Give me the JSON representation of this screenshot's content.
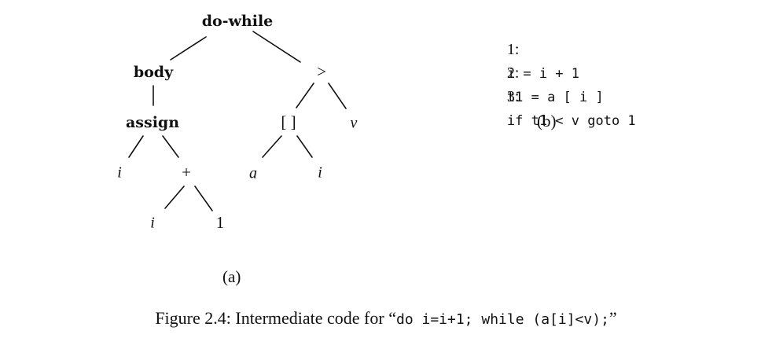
{
  "tree": {
    "root": "do-while",
    "body": "body",
    "assign": "assign",
    "gt": ">",
    "index": "[ ]",
    "v": "v",
    "assign_i": "i",
    "plus": "+",
    "a": "a",
    "index_i": "i",
    "plus_i": "i",
    "one": "1"
  },
  "labels": {
    "a": "(a)",
    "b": "(b)"
  },
  "code": [
    {
      "num": "1:",
      "stmt": "i = i + 1"
    },
    {
      "num": "2:",
      "stmt": "t1 = a [ i ]"
    },
    {
      "num": "3:",
      "stmt": "if t1 < v goto 1"
    }
  ],
  "caption": {
    "prefix": "Figure 2.4: Intermediate code for “",
    "code": "do i=i+1; while (a[i]<v);",
    "suffix": "”"
  }
}
